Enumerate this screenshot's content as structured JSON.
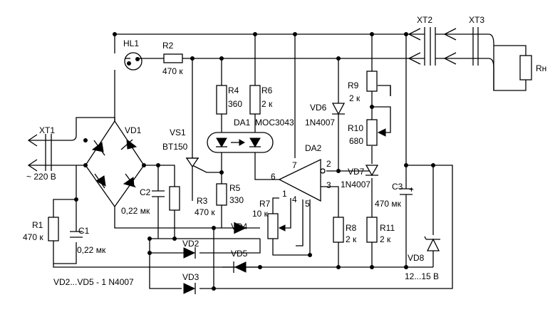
{
  "labels": {
    "hl1": "HL1",
    "r2": "R2",
    "r2_val": "470 к",
    "xt2": "XT2",
    "xt3": "XT3",
    "rn": "Rн",
    "r4": "R4",
    "r4_val": "360",
    "r6": "R6",
    "r6_val": "2 к",
    "r9": "R9",
    "r9_val": "2 к",
    "vd6": "VD6",
    "vd6_type": "1N4007",
    "r10": "R10",
    "r10_val": "680",
    "xt1": "XT1",
    "mains": "~ 220 В",
    "vd1": "VD1",
    "vs1": "VS1",
    "vs1_type": "BT150",
    "da1": "DA1",
    "da1_type": "MOC3043",
    "da2": "DA2",
    "pin7": "7",
    "pin6": "6",
    "pin2": "2",
    "pin3": "3",
    "pin1": "1",
    "pin4": "4",
    "pin5": "5",
    "vd7": "VD7",
    "vd7_type": "1N4007",
    "c2": "C2",
    "c2_val": "0,22 мк",
    "r3": "R3",
    "r3_val": "470 к",
    "r5": "R5",
    "r5_val": "330",
    "c3": "C3",
    "c3_val": "470 мк",
    "plus": "+",
    "r7": "R7",
    "r7_val": "10 к",
    "r1": "R1",
    "r1_val": "470 к",
    "c1": "C1",
    "c1_val": "0,22 мк",
    "vd4": "VD4",
    "vd2": "VD2",
    "vd5": "VD5",
    "vd3": "VD3",
    "r8": "R8",
    "r8_val": "2 к",
    "r11": "R11",
    "r11_val": "2 к",
    "vd8": "VD8",
    "vd_note": "VD2...VD5 - 1 N4007",
    "voltage": "12...15 В"
  }
}
